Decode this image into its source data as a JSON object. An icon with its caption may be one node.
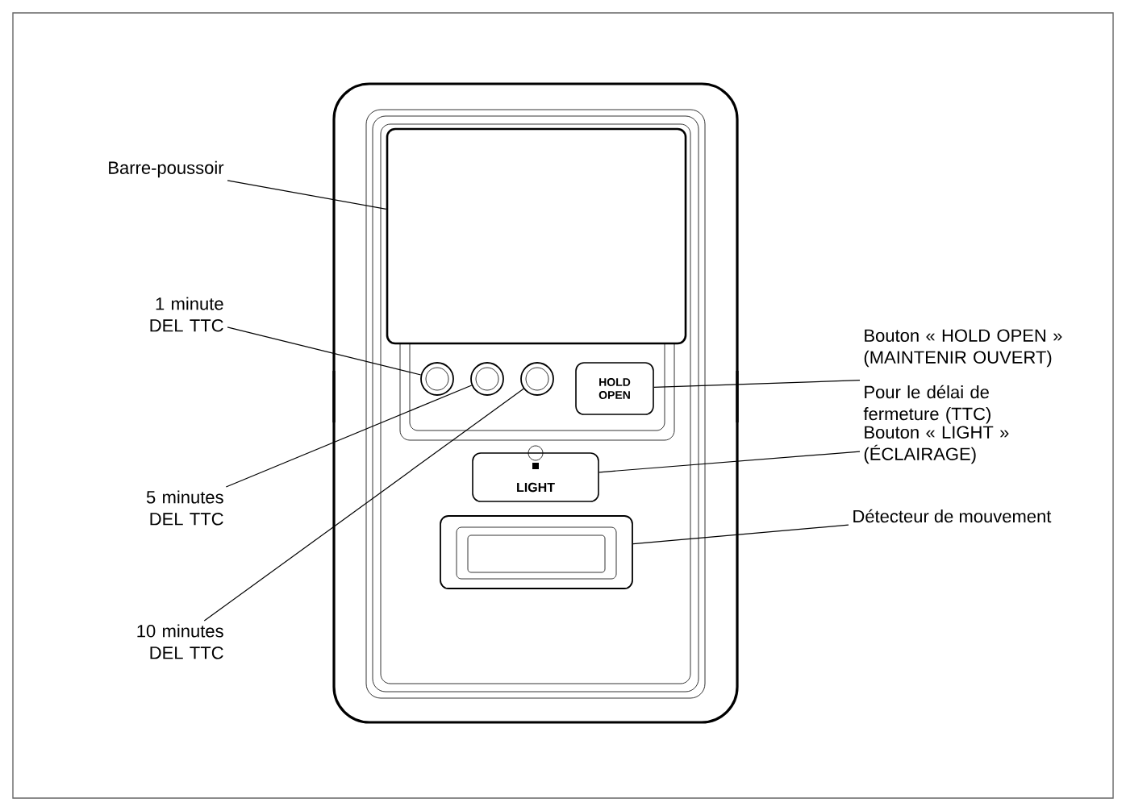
{
  "diagram": {
    "nodes": [
      {
        "text": [
          "Barre-poussoir"
        ]
      },
      {
        "text": [],
        "shape": "box"
      },
      {
        "text": [
          "1 minute DEL TTC"
        ]
      },
      {
        "text": [],
        "shape": "circle"
      },
      {
        "text": [],
        "shape": "circle"
      },
      {
        "text": [],
        "shape": "circle"
      },
      {
        "text": [
          "HOLD OPEN"
        ]
      },
      {
        "text": [
          "Bouton « HOLD OPEN » (MAINTENIR OUVERT)",
          "Pour le délai de fermeture (TTC)"
        ]
      },
      {
        "text": [
          "5 minutes DEL TTC"
        ]
      },
      {
        "text": [
          "LIGHT"
        ]
      },
      {
        "text": [
          "Bouton « LIGHT » (ÉCLAIRAGE)"
        ]
      },
      {
        "text": [],
        "shape": "box"
      },
      {
        "text": [
          "Détecteur de mouvement"
        ]
      },
      {
        "text": [
          "10 minutes DEL TTC"
        ]
      }
    ],
    "edges": [
      {
        "from": 0,
        "to": 1,
        "arrow": "none"
      },
      {
        "from": 2,
        "to": 3,
        "arrow": "none"
      },
      {
        "from": 8,
        "to": 4,
        "arrow": "none"
      },
      {
        "from": 13,
        "to": 5,
        "arrow": "none"
      },
      {
        "from": 7,
        "to": 6,
        "arrow": "none"
      },
      {
        "from": 10,
        "to": 9,
        "arrow": "none"
      },
      {
        "from": 12,
        "to": 11,
        "arrow": "none"
      }
    ]
  }
}
